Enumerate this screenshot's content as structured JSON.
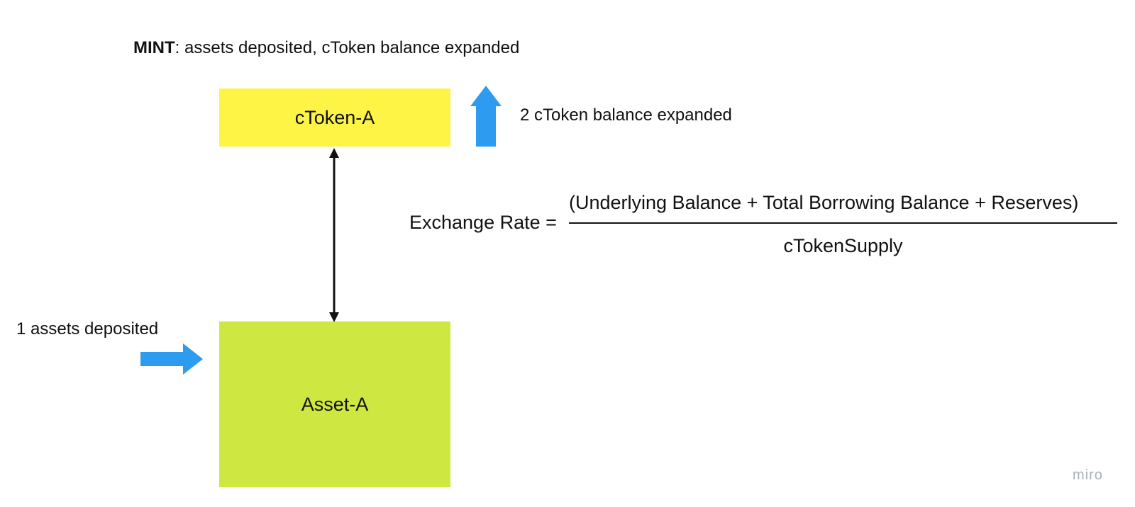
{
  "title": {
    "bold": "MINT",
    "rest": ": assets deposited, cToken balance expanded"
  },
  "boxes": {
    "ctoken": {
      "label": "cToken-A",
      "color": "#fef445"
    },
    "asset": {
      "label": "Asset-A",
      "color": "#cee741"
    }
  },
  "labels": {
    "expanded": "2 cToken balance expanded",
    "deposited": "1 assets deposited"
  },
  "formula": {
    "lhs": "Exchange Rate =",
    "numerator": "(Underlying Balance + Total Borrowing Balance + Reserves)",
    "denominator": "cTokenSupply"
  },
  "watermark": "miro",
  "colors": {
    "arrow_blue": "#2d9bf0",
    "connector": "#111111"
  }
}
